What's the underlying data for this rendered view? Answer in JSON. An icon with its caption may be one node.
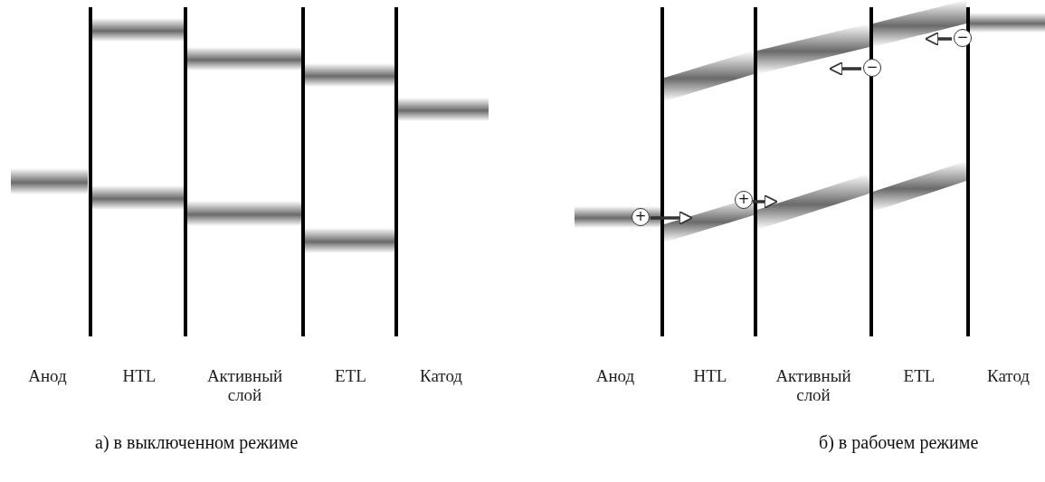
{
  "diagram": {
    "labels": [
      "Анод",
      "HTL",
      "Активный слой",
      "ETL",
      "Катод",
      "а) в выключенном режиме",
      "−",
      "−",
      "+",
      "+",
      "Анод",
      "HTL",
      "Активный слой",
      "ETL",
      "Катод",
      "б) в рабочем режиме"
    ]
  }
}
